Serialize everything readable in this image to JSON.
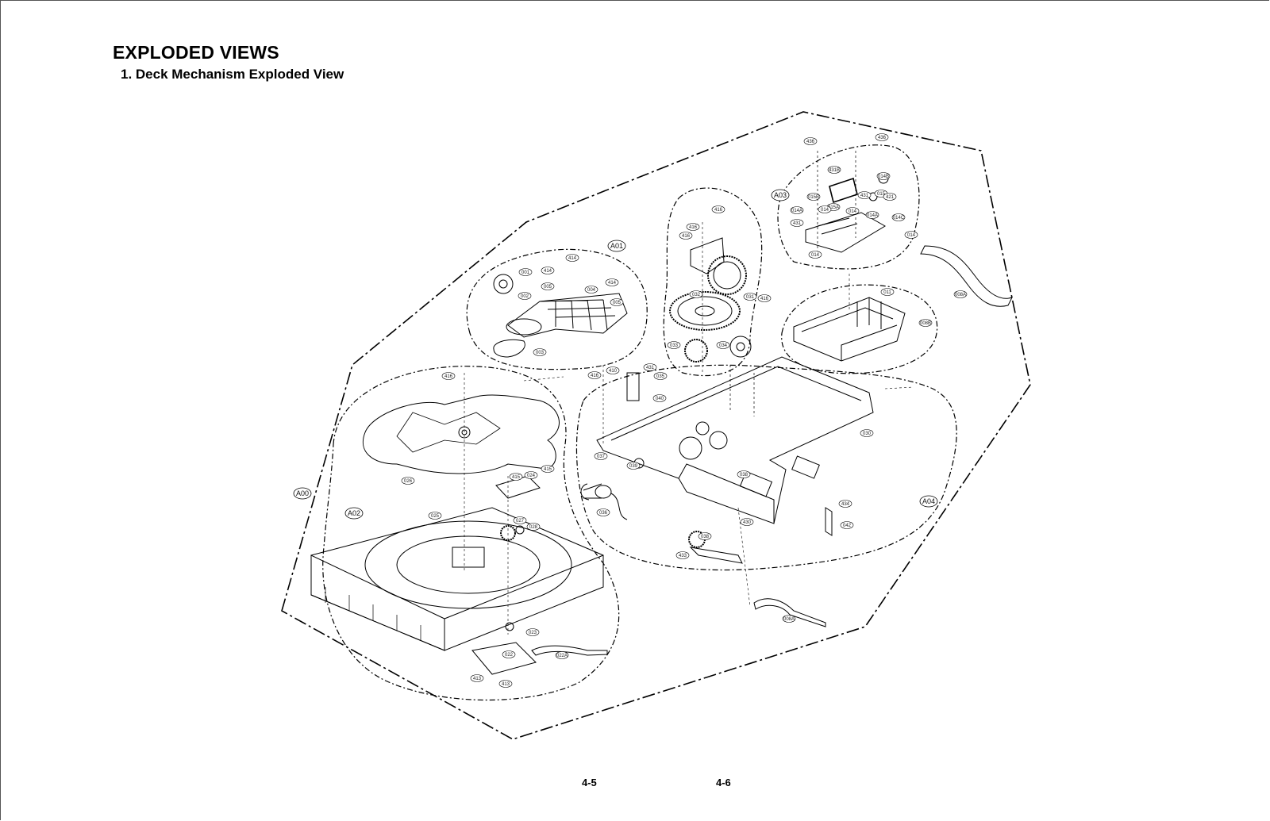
{
  "header": {
    "title": "EXPLODED VIEWS",
    "subtitle": "1. Deck Mechanism Exploded View"
  },
  "footer": {
    "left_page": "4-5",
    "right_page": "4-6"
  },
  "assemblies": {
    "a00": "A00",
    "a01": "A01",
    "a02": "A02",
    "a03": "A03",
    "a04": "A04"
  },
  "parts": [
    "436",
    "436",
    "431B",
    "015",
    "014B",
    "015B",
    "015A",
    "431",
    "014",
    "014A",
    "421",
    "014C",
    "014A",
    "431",
    "014",
    "014",
    "014",
    "011",
    "008A",
    "008B",
    "416",
    "416",
    "416",
    "032",
    "031",
    "416",
    "033",
    "034",
    "414",
    "001",
    "414",
    "005",
    "004",
    "414",
    "002",
    "005",
    "003",
    "410",
    "431",
    "035",
    "416",
    "040",
    "037",
    "039",
    "036",
    "038",
    "433",
    "038",
    "430",
    "434",
    "042",
    "030",
    "008A",
    "416",
    "026",
    "024",
    "415",
    "415",
    "025",
    "027",
    "028",
    "023",
    "022",
    "022A",
    "413",
    "413"
  ]
}
